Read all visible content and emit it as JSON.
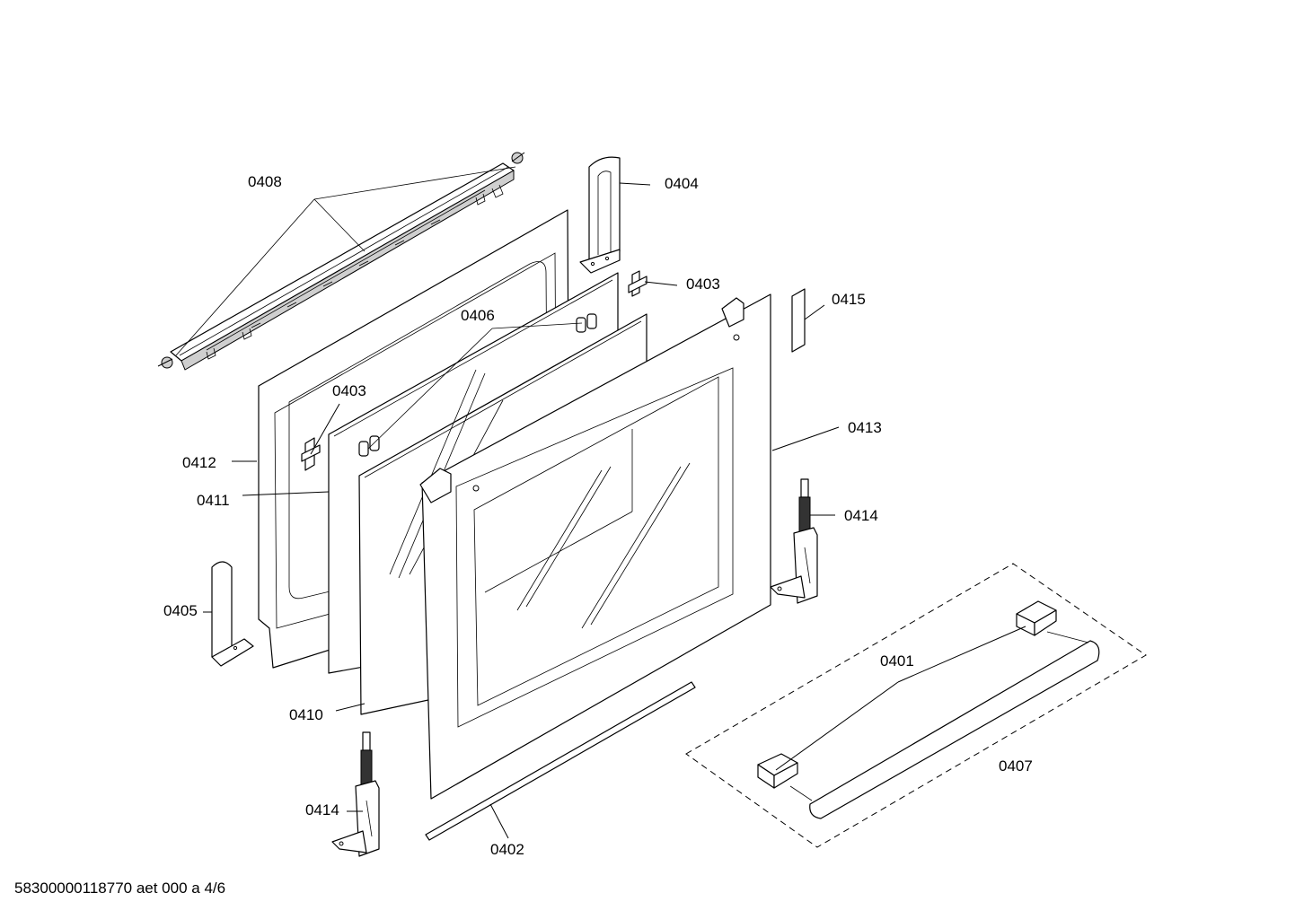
{
  "labels": {
    "l0408": "0408",
    "l0404": "0404",
    "l0403a": "0403",
    "l0415": "0415",
    "l0406": "0406",
    "l0403b": "0403",
    "l0413": "0413",
    "l0412": "0412",
    "l0411": "0411",
    "l0414a": "0414",
    "l0405": "0405",
    "l0401": "0401",
    "l0410": "0410",
    "l0407": "0407",
    "l0414b": "0414",
    "l0402": "0402"
  },
  "footer": "58300000118770 aet 000 a 4/6"
}
